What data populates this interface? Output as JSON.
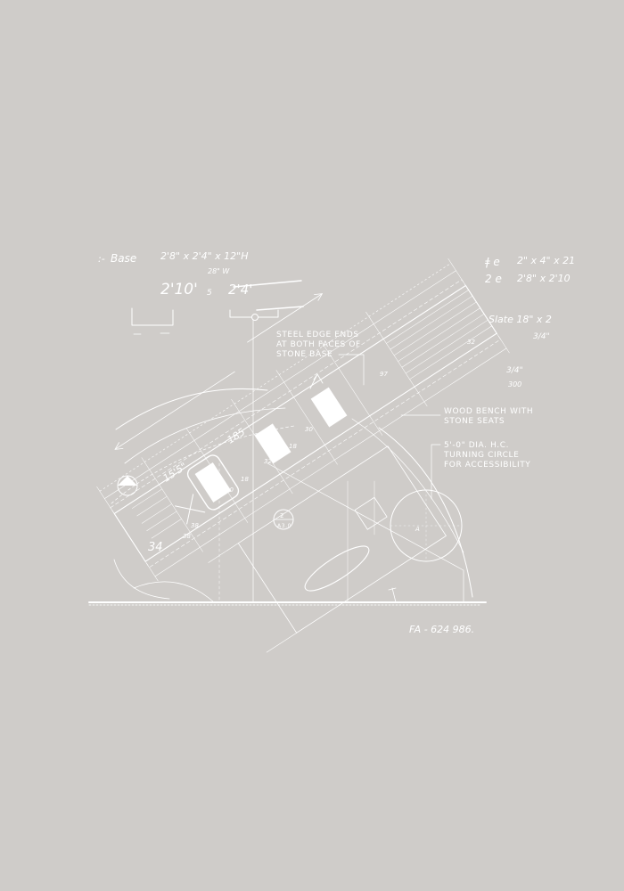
{
  "colors": {
    "background": "#cfccc9",
    "ink": "#ffffff"
  },
  "notes": {
    "base_title": "Base",
    "base_dim1": "2'8\" x 2'4\" x 12\"H",
    "base_dim1_sub": "28\" W",
    "base_dim2a": "2'10'",
    "base_dim2b": "2'4'",
    "top_right_1": "2\" x 4\" x 21",
    "top_right_2": "2'8\" x 2'10",
    "slate_1": "Slate  18\" x 2",
    "slate_2": "3/4\"",
    "right_small_1": "3/4\"",
    "right_small_2": "300",
    "sheet_id": "FA - 624  986."
  },
  "callouts": {
    "steel_edge": [
      "STEEL EDGE ENDS",
      "AT BOTH FACES OF",
      "STONE BASE"
    ],
    "wood_bench": [
      "WOOD BENCH WITH",
      "STONE SEATS"
    ],
    "turning_circle": [
      "5'-0\" DIA. H.C.",
      "TURNING CIRCLE",
      "FOR ACCESSIBILITY"
    ]
  },
  "plan_labels": {
    "angle_1": "15'5\"",
    "angle_2": "185",
    "seat_34": "34",
    "seat_38": "38",
    "seat_18a": "18",
    "seat_20": "20",
    "seat_18b": "18",
    "seat_32a": "32",
    "seat_32b": "32",
    "seat_18c": "18",
    "seat_30": "30",
    "seat_32c": "32",
    "seat_97": "97",
    "seat_38b": "38",
    "section_num": "2",
    "section_sheet": "A3.0"
  }
}
